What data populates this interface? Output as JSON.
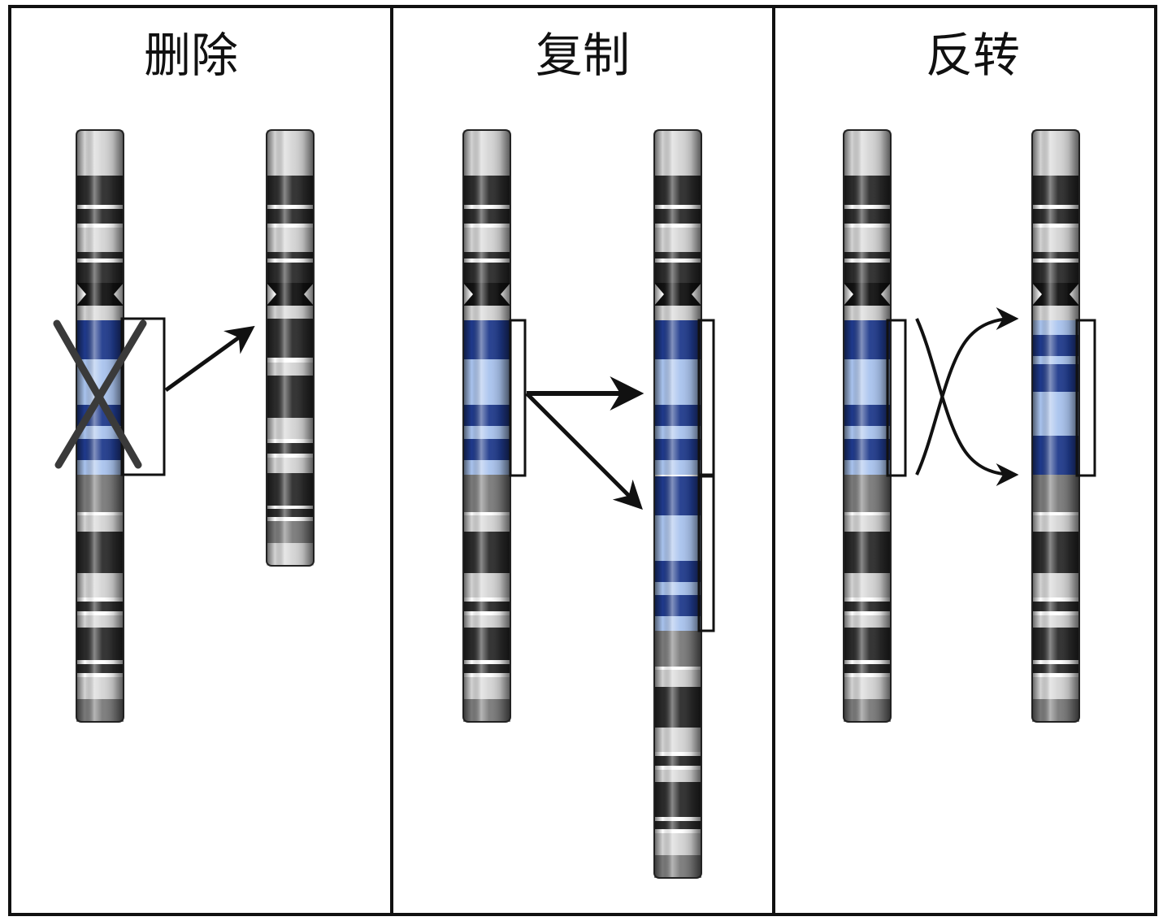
{
  "panels": [
    {
      "id": "deletion",
      "title": "删除"
    },
    {
      "id": "duplication",
      "title": "复制"
    },
    {
      "id": "inversion",
      "title": "反转"
    }
  ],
  "colors": {
    "border": "#111111",
    "dark_band": "#2b2b2b",
    "gray_band": "#7a7a7a",
    "light_band": "#d4d4d4",
    "blue_dark": "#1f3a8c",
    "blue_light": "#a9c3ee",
    "cross": "#3a3a3a"
  },
  "icons": {
    "deletion_marker": "cross-icon",
    "arrow": "arrow-icon"
  }
}
